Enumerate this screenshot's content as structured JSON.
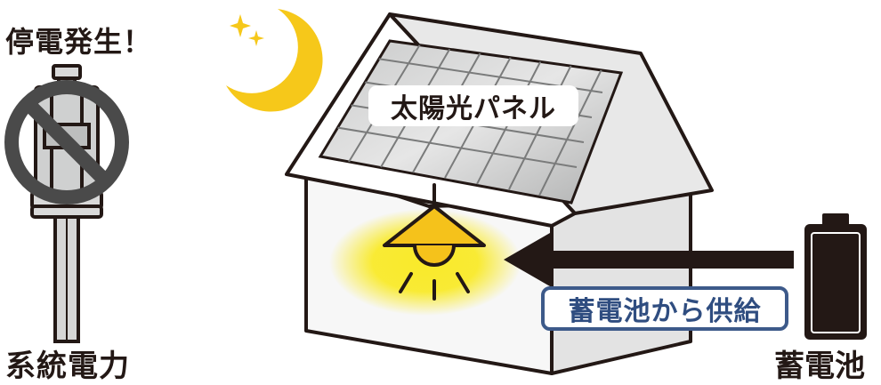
{
  "labels": {
    "outage": "停電発生！",
    "grid_power": "系統電力",
    "solar_panel": "太陽光パネル",
    "battery_supply": "蓄電池から供給",
    "battery": "蓄電池"
  },
  "colors": {
    "outline": "#231815",
    "moon": "#f6c81a",
    "glow": "#f9ea2a",
    "lamp": "#f5c21b",
    "house_wall": "#f7f7f7",
    "panel": "#b5b6b6",
    "prohibit": "#4a4a4a",
    "supply_border": "#3d5a8a"
  },
  "icons": [
    "moon-icon",
    "star-icon",
    "prohibited-icon",
    "utility-pole-icon",
    "lamp-icon",
    "battery-icon",
    "arrow-icon",
    "house-icon",
    "solar-panel-icon"
  ]
}
